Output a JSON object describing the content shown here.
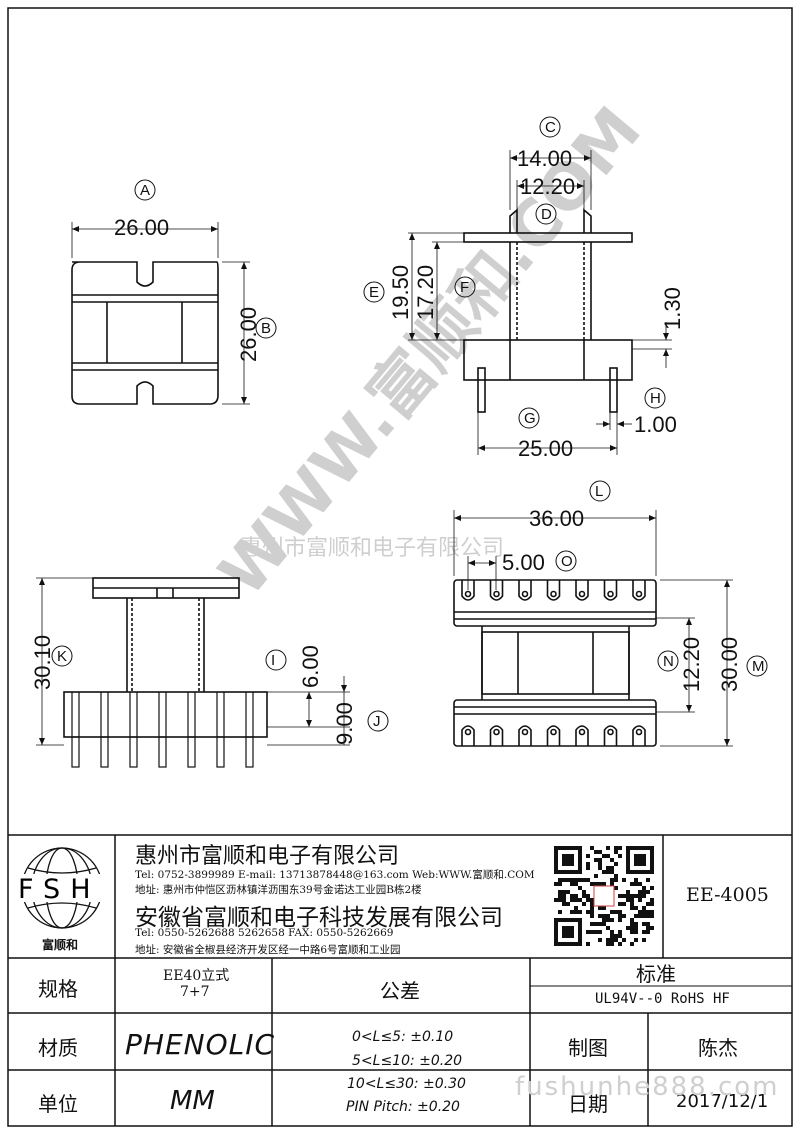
{
  "drawing": {
    "view_a": {
      "circle": "A",
      "width": "26.00",
      "circle_b": "B",
      "height": "26.00"
    },
    "view_c": {
      "circle_c": "C",
      "dim_c": "14.00",
      "dim_d_val": "12.20",
      "circle_d": "D",
      "circle_e": "E",
      "dim_e": "19.50",
      "circle_f": "F",
      "dim_f": "17.20",
      "dim_flange": "1.30",
      "circle_g": "G",
      "dim_g": "25.00",
      "circle_h": "H",
      "dim_h": "1.00"
    },
    "view_k": {
      "circle_k": "K",
      "dim_k": "30.10",
      "circle_i": "I",
      "dim_i": "6.00",
      "circle_j": "J",
      "dim_j": "9.00"
    },
    "view_l": {
      "circle_l": "L",
      "dim_l": "36.00",
      "dim_o": "5.00",
      "circle_o": "O",
      "circle_n": "N",
      "dim_n": "12.20",
      "circle_m": "M",
      "dim_m": "30.00"
    }
  },
  "watermark": {
    "diagonal": "WWW.富顺和.COM",
    "company": "惠州市富顺和电子有限公司",
    "url": "fushunhe888.com"
  },
  "title_block": {
    "logo_text": "FSH",
    "logo_caption": "富顺和",
    "company1": "惠州市富顺和电子有限公司",
    "contact1": "Tel:   0752-3899989  E-mail: 13713878448@163.com   Web:WWW.富顺和.COM",
    "address1": "地址:  惠州市仲恺区沥林镇洋沥围东39号金诺达工业园B栋2楼",
    "company2": "安徽省富顺和电子科技发展有限公司",
    "contact2": "Tel:   0550-5262688  5262658     FAX:  0550-5262669",
    "address2": "地址:  安徽省全椒县经济开发区经一中路6号富顺和工业园",
    "part_no": "EE-4005",
    "spec_label": "规格",
    "spec_value1": "EE40立式",
    "spec_value2": "7+7",
    "tolerance_label": "公差",
    "standard_label": "标准",
    "standard_value": "UL94V--0  RoHS HF",
    "material_label": "材质",
    "material_value": "PHENOLIC",
    "tol_1": "0<L≤5: ±0.10",
    "tol_2": "5<L≤10: ±0.20",
    "tol_3": "10<L≤30: ±0.30",
    "tol_4": "PIN Pitch: ±0.20",
    "drawn_label": "制图",
    "drawn_value": "陈杰",
    "unit_label": "单位",
    "unit_value": "MM",
    "date_label": "日期",
    "date_value": "2017/12/1"
  }
}
